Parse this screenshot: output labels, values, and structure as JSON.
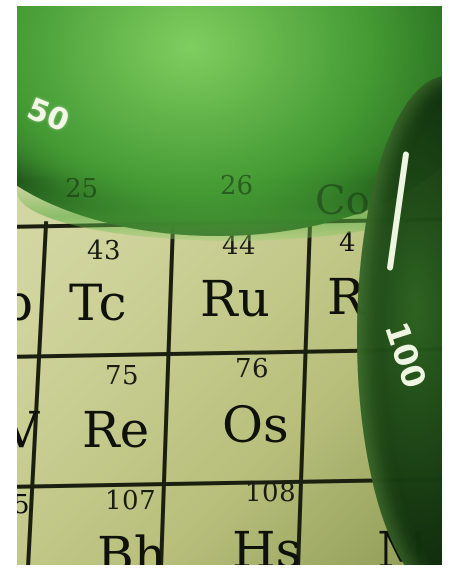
{
  "image": {
    "beaker_top_label": "50",
    "beaker_right_label": "100",
    "ghost_numbers": [
      "25",
      "26"
    ],
    "ghost_symbol": "Co",
    "elements": [
      {
        "number": "43",
        "symbol": "Tc"
      },
      {
        "number": "44",
        "symbol": "Ru"
      },
      {
        "number": "75",
        "symbol": "Re"
      },
      {
        "number": "76",
        "symbol": "Os"
      },
      {
        "number": "107",
        "symbol": "Bh"
      },
      {
        "number": "108",
        "symbol": "Hs"
      }
    ],
    "partial_left": [
      "b",
      "V",
      "5"
    ],
    "partial_right": [
      "4",
      "R",
      "M"
    ],
    "colors": {
      "liquid": "#3c962d",
      "paper": "#d3d6a2",
      "ink": "#0f120a"
    }
  }
}
